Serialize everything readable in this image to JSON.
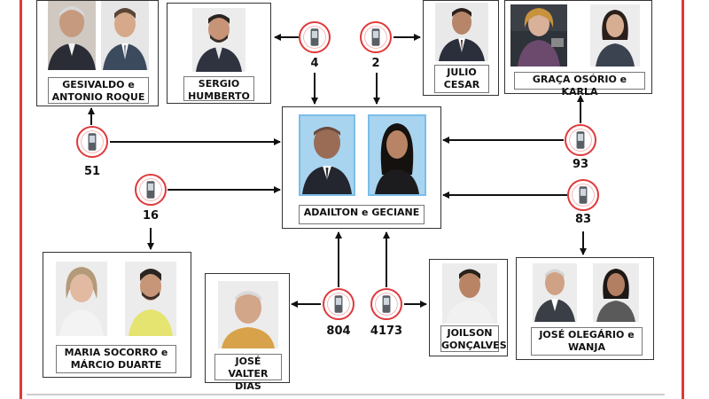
{
  "groups": {
    "gesivaldo": "GESIVALDO e\nANTONIO ROQUE",
    "sergio": "SERGIO\nHUMBERTO",
    "julio": "JULIO\nCESAR",
    "graca": "GRAÇA OSÓRIO e KARLA",
    "adailton": "ADAILTON e GECIANE",
    "maria": "MARIA SOCORRO e\nMÁRCIO DUARTE",
    "jose_valter": "JOSÉ\nVALTER DIAS",
    "joilson": "JOILSON\nGONÇALVES",
    "jose_olegario": "JOSÉ OLEGÁRIO e\nWANJA"
  },
  "phones": {
    "p4": "4",
    "p2": "2",
    "p51": "51",
    "p93": "93",
    "p16": "16",
    "p83": "83",
    "p804": "804",
    "p4173": "4173"
  },
  "colors": {
    "frame": "#e0393b",
    "phone_ring": "#e0393b",
    "photo_blue": "#a8d4f0"
  },
  "icons": {
    "phone": "mobile-phone-icon",
    "person": "person-photo"
  }
}
